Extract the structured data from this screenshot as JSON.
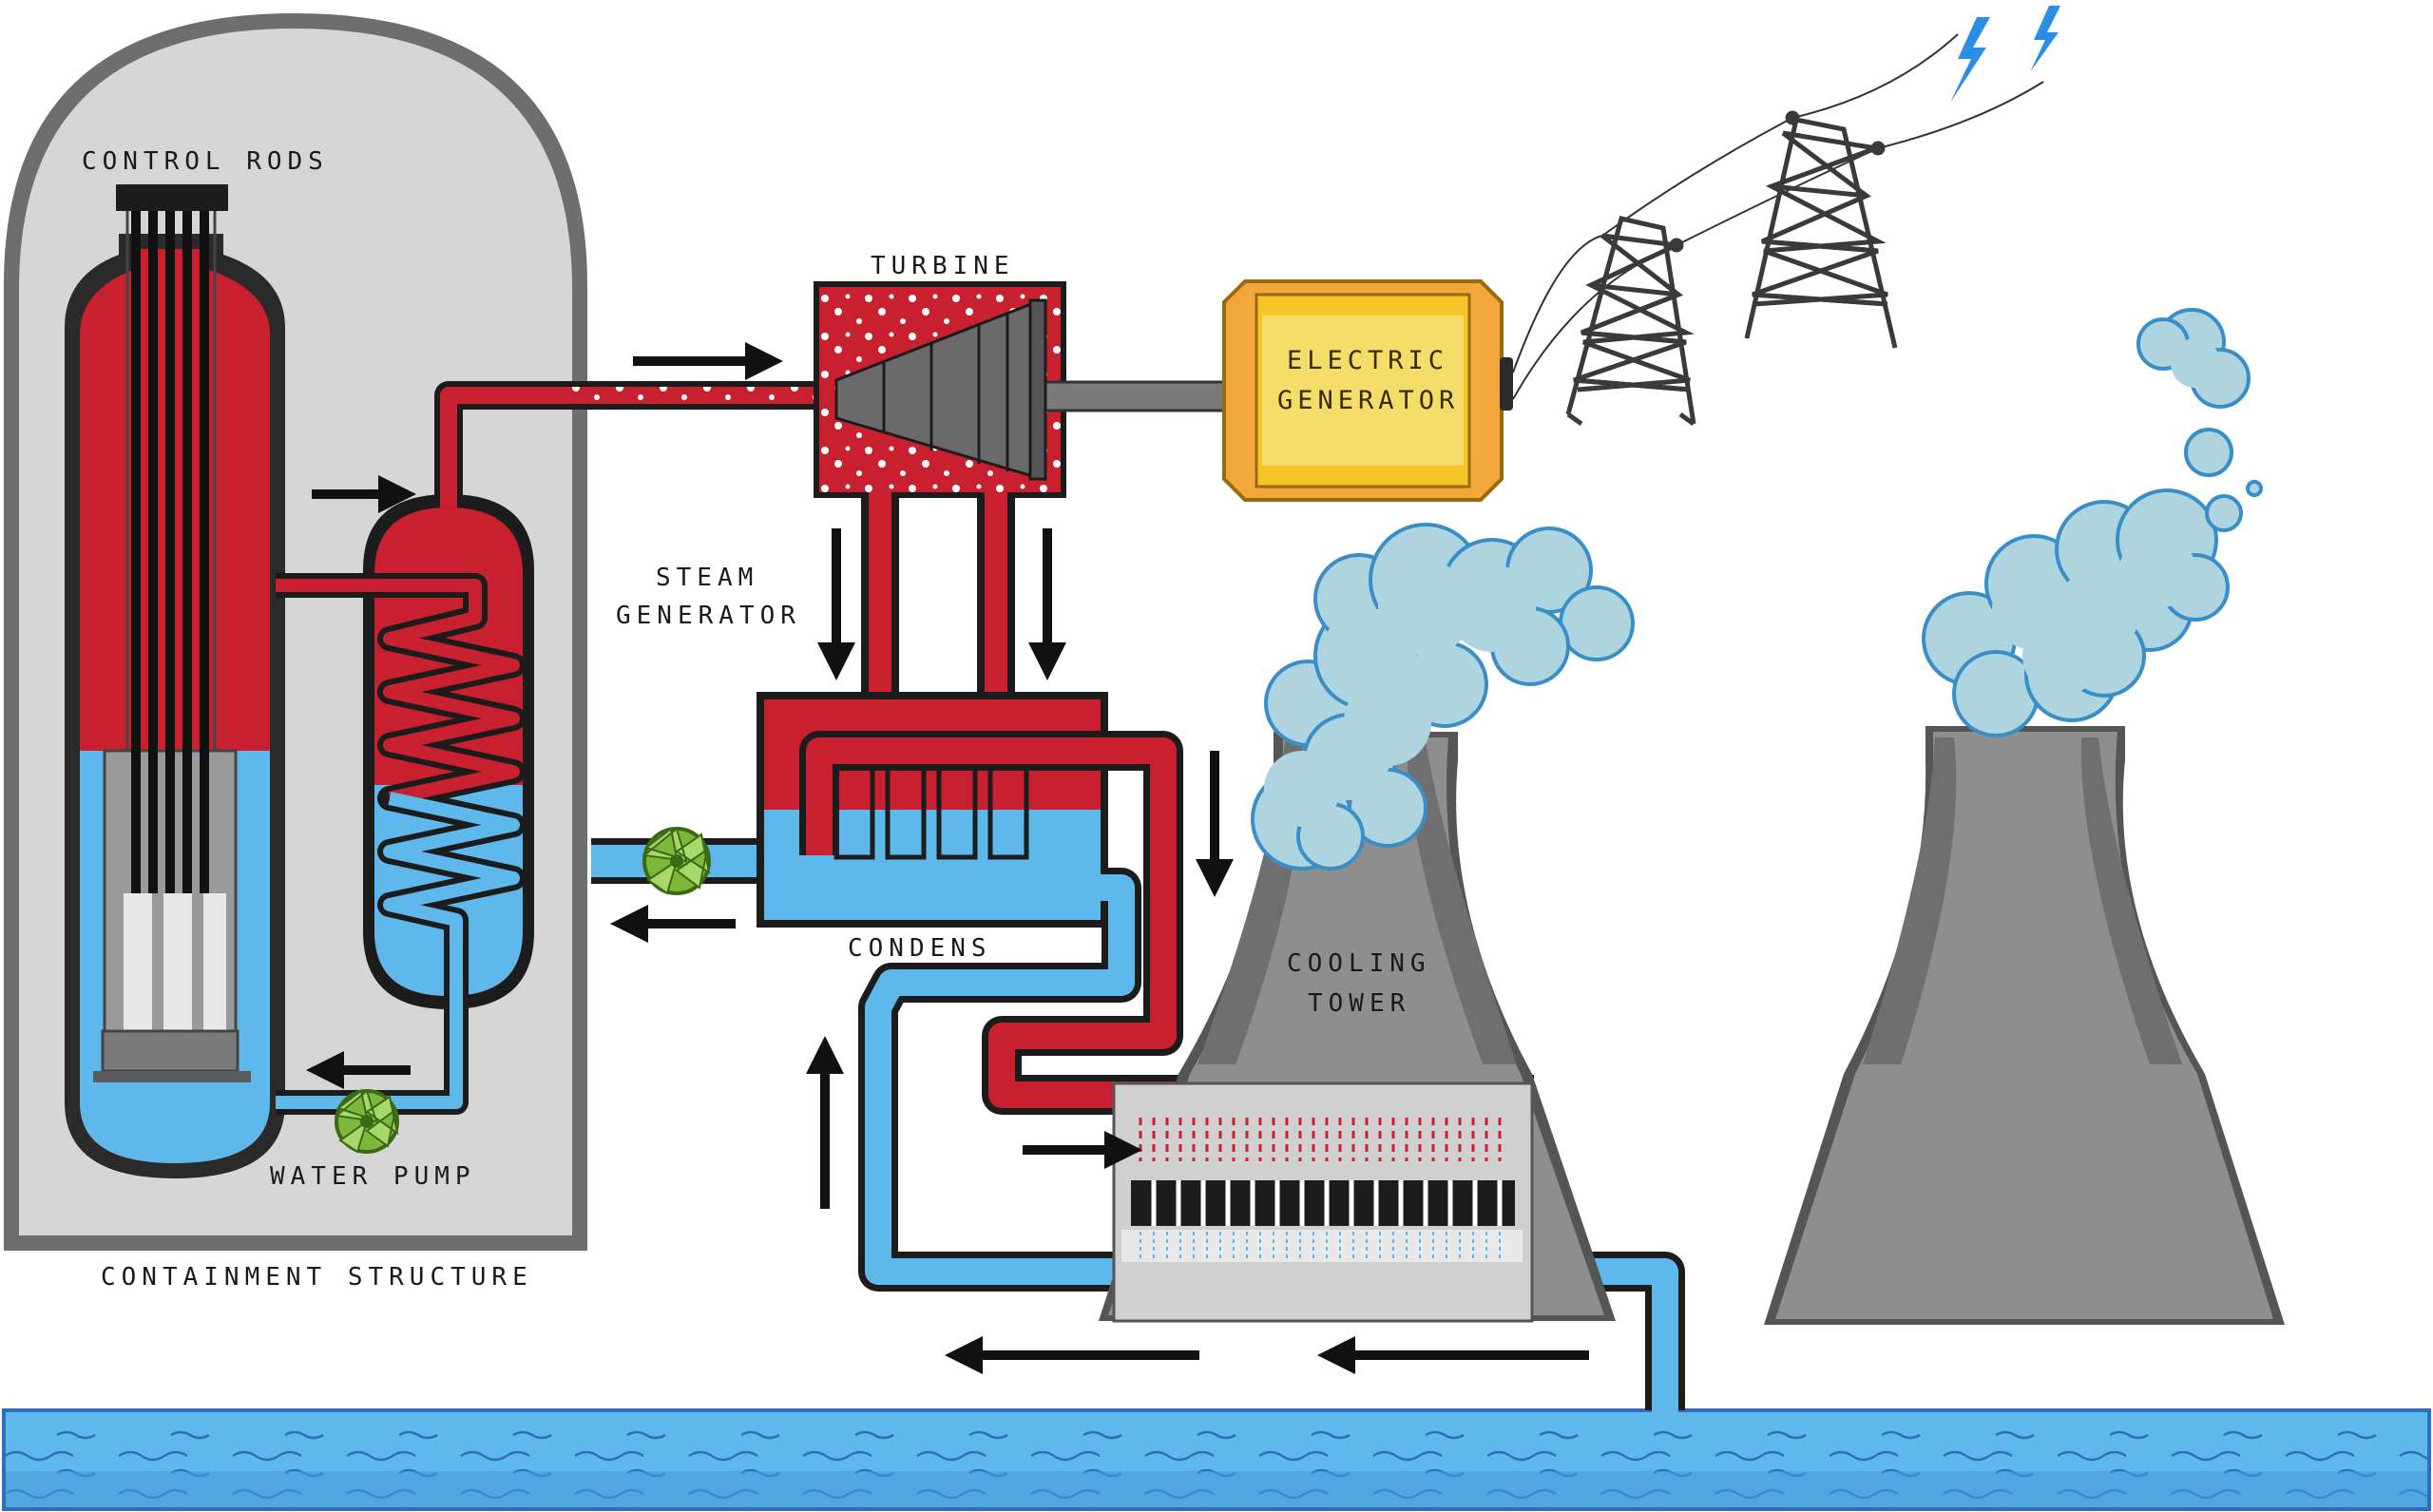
{
  "labels": {
    "control_rods": "CONTROL RODS",
    "turbine": "TURBINE",
    "electric_line1": "ELECTRIC",
    "electric_line2": "GENERATOR",
    "steam_line1": "STEAM",
    "steam_line2": "GENERATOR",
    "condens": "CONDENS",
    "cooling_line1": "COOLING",
    "cooling_line2": "TOWER",
    "water_pump": "WATER PUMP",
    "containment": "CONTAINMENT STRUCTURE"
  },
  "colors": {
    "hot": "#c8202f",
    "cool": "#5fb8ec",
    "containment": "#d6d6d6",
    "containment_border": "#6e6e6e",
    "tower": "#8e8e8e",
    "tower_shade": "#6f6f6f",
    "generator": "#f6c52a",
    "generator_face": "#f5dd6a",
    "water": "#5fb8ec",
    "cloud": "#aed4e0",
    "pump": "#7cb83a",
    "lightning": "#2a8ee6"
  }
}
